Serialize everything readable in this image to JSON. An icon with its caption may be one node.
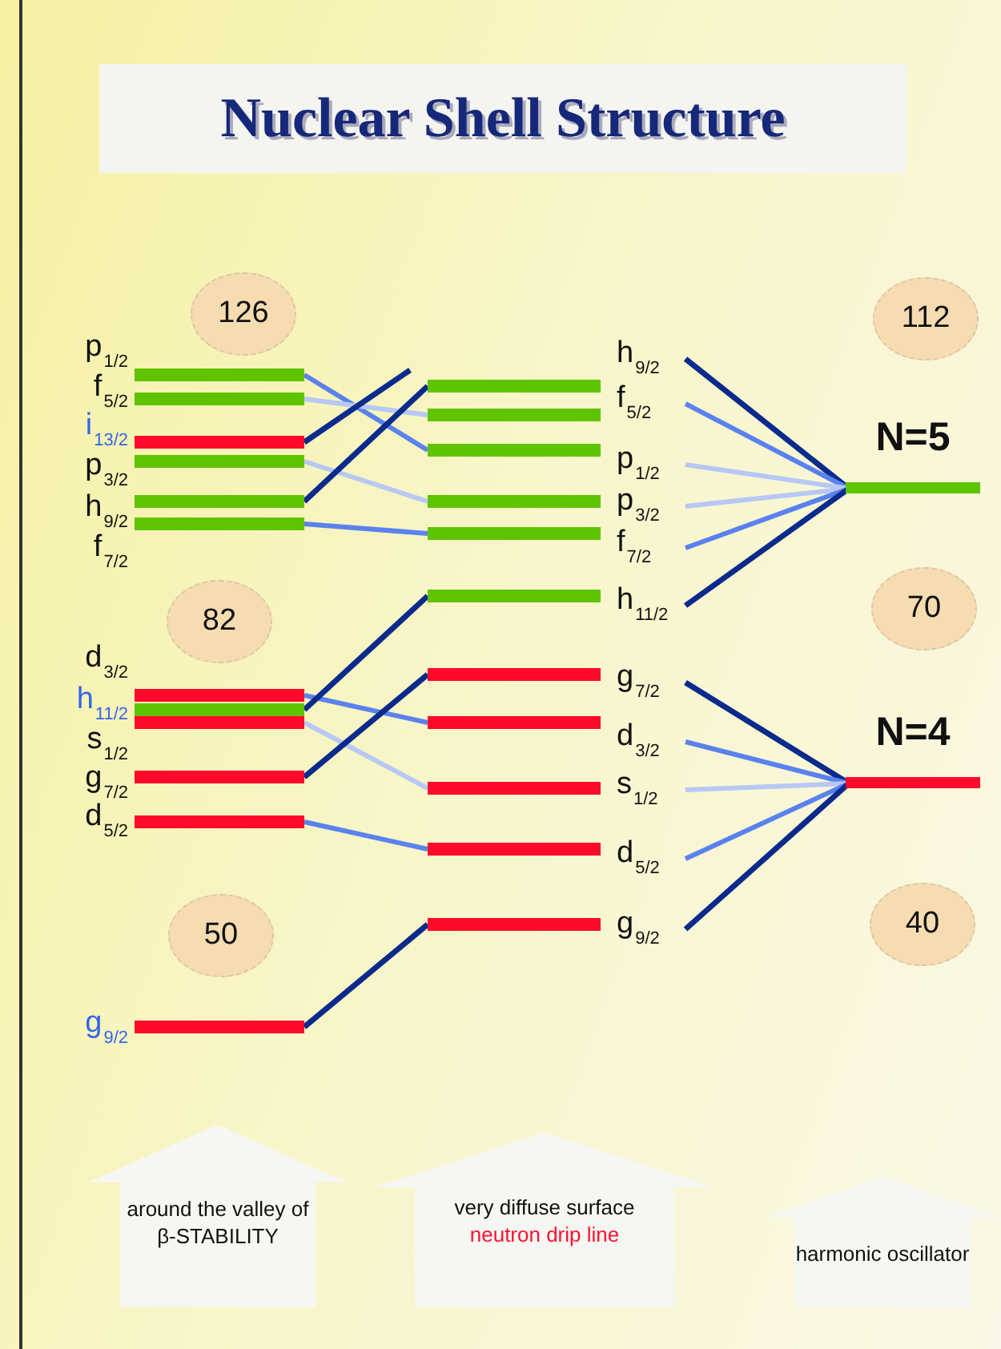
{
  "diagram": {
    "title": "Nuclear Shell Structure",
    "nodes": [
      {
        "text": [
          "126"
        ]
      },
      {
        "text": [
          "p$_{1/2}$"
        ]
      },
      {
        "text": [
          "f$_{5/2}$"
        ]
      },
      {
        "text": [
          "i$_{13/2}$"
        ]
      },
      {
        "text": [
          "p$_{3/2}$"
        ]
      },
      {
        "text": [
          "h$_{9/2}$"
        ]
      },
      {
        "text": [
          "f$_{7/2}$"
        ]
      },
      {
        "text": [
          "82"
        ]
      },
      {
        "text": [
          "d$_{3/2}$"
        ]
      },
      {
        "text": [
          "h$_{11/2}$"
        ]
      },
      {
        "text": [
          "s$_{1/2}$"
        ]
      },
      {
        "text": [
          "g$_{7/2}$"
        ]
      },
      {
        "text": [
          "d$_{5/2}$"
        ]
      },
      {
        "text": [
          "50"
        ]
      },
      {
        "text": [
          "g$_{9/2}$"
        ]
      },
      {
        "text": [
          "h$_{9/2}$"
        ]
      },
      {
        "text": [
          "f$_{5/2}$"
        ]
      },
      {
        "text": [
          "p$_{1/2}$"
        ]
      },
      {
        "text": [
          "p$_{3/2}$"
        ]
      },
      {
        "text": [
          "f$_{7/2}$"
        ]
      },
      {
        "text": [
          "h$_{11/2}$"
        ]
      },
      {
        "text": [
          "g$_{7/2}$"
        ]
      },
      {
        "text": [
          "d$_{3/2}$"
        ]
      },
      {
        "text": [
          "s$_{1/2}$"
        ]
      },
      {
        "text": [
          "d$_{5/2}$"
        ]
      },
      {
        "text": [
          "g$_{9/2}$"
        ]
      },
      {
        "text": [
          "112"
        ]
      },
      {
        "text": [
          "N=5"
        ]
      },
      {
        "text": [
          "70"
        ]
      },
      {
        "text": [
          "N=4"
        ]
      },
      {
        "text": [
          "40"
        ]
      },
      {
        "text": [
          "around the valley of β-STABILITY"
        ]
      },
      {
        "text": [
          "very diffuse surface",
          "neutron drip line"
        ]
      },
      {
        "text": [
          "harmonic oscillator"
        ]
      }
    ],
    "edges": [
      {
        "from": 1,
        "to": 17,
        "arrow": "none",
        "color": "#5a82ee"
      },
      {
        "from": 2,
        "to": 16,
        "arrow": "none",
        "color": "#b8c8f4"
      },
      {
        "from": 3,
        "to": null,
        "arrow": "none"
      },
      {
        "from": 4,
        "to": 18,
        "arrow": "none",
        "color": "#b8c8f4"
      },
      {
        "from": 5,
        "to": 15,
        "arrow": "none"
      },
      {
        "from": 6,
        "to": 19,
        "arrow": "none",
        "color": "#5a82ee"
      },
      {
        "from": 8,
        "to": 22,
        "arrow": "none",
        "color": "#5a82ee"
      },
      {
        "from": 9,
        "to": 20,
        "arrow": "none"
      },
      {
        "from": 10,
        "to": 23,
        "arrow": "none",
        "color": "#b8c8f4"
      },
      {
        "from": 11,
        "to": 21,
        "arrow": "none"
      },
      {
        "from": 12,
        "to": 24,
        "arrow": "none",
        "color": "#5a82ee"
      },
      {
        "from": 14,
        "to": 25,
        "arrow": "none"
      },
      {
        "from": 15,
        "to": 27,
        "arrow": "none"
      },
      {
        "from": 16,
        "to": 27,
        "arrow": "none",
        "color": "#5a82ee"
      },
      {
        "from": 17,
        "to": 27,
        "arrow": "none",
        "color": "#b8c8f4"
      },
      {
        "from": 18,
        "to": 27,
        "arrow": "none",
        "color": "#b8c8f4"
      },
      {
        "from": 19,
        "to": 27,
        "arrow": "none",
        "color": "#5a82ee"
      },
      {
        "from": 20,
        "to": 27,
        "arrow": "none"
      },
      {
        "from": 21,
        "to": 29,
        "arrow": "none"
      },
      {
        "from": 22,
        "to": 29,
        "arrow": "none",
        "color": "#5a82ee"
      },
      {
        "from": 23,
        "to": 29,
        "arrow": "none",
        "color": "#b8c8f4"
      },
      {
        "from": 24,
        "to": 29,
        "arrow": "none",
        "color": "#5a82ee"
      },
      {
        "from": 25,
        "to": 29,
        "arrow": "none"
      }
    ]
  }
}
